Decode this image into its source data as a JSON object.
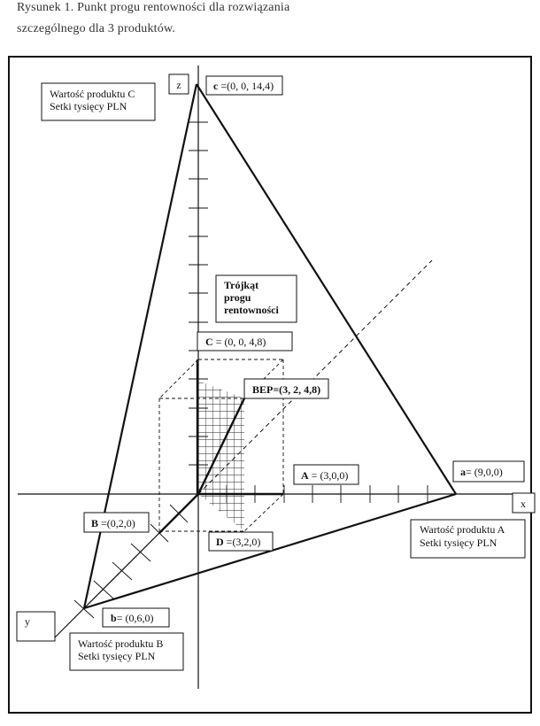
{
  "caption": {
    "line1": "Rysunek 1. Punkt progu rentowności dla rozwiązania",
    "line2": "szczególnego dla 3 produktów."
  },
  "axes": {
    "x": "x",
    "y": "y",
    "z": "z"
  },
  "axis_titles": {
    "c_line1": "Wartość produktu C",
    "c_line2": "Setki tysięcy PLN",
    "a_line1": "Wartość produktu A",
    "a_line2": "Setki tysięcy PLN",
    "b_line1": "Wartość produktu B",
    "b_line2": "Setki tysięcy PLN"
  },
  "triangle_label": {
    "line1": "Trójkąt",
    "line2": "progu",
    "line3": "rentowności"
  },
  "points": {
    "c_upper": {
      "letter": "c",
      "value": " =(0, 0, 14,4)"
    },
    "C": {
      "letter": "C",
      "value": " =  (0, 0, 4,8)"
    },
    "BEP": {
      "text": "BEP=(3, 2, 4,8)"
    },
    "A": {
      "letter": "A",
      "value": " = (3,0,0)"
    },
    "a_upper": {
      "letter": "a",
      "value": "= (9,0,0)"
    },
    "B": {
      "letter": "B",
      "value": " =(0,2,0)"
    },
    "D": {
      "letter": "D",
      "value": " =(3,2,0)"
    },
    "b_upper": {
      "letter": "b",
      "value": "= (0,6,0)"
    }
  }
}
